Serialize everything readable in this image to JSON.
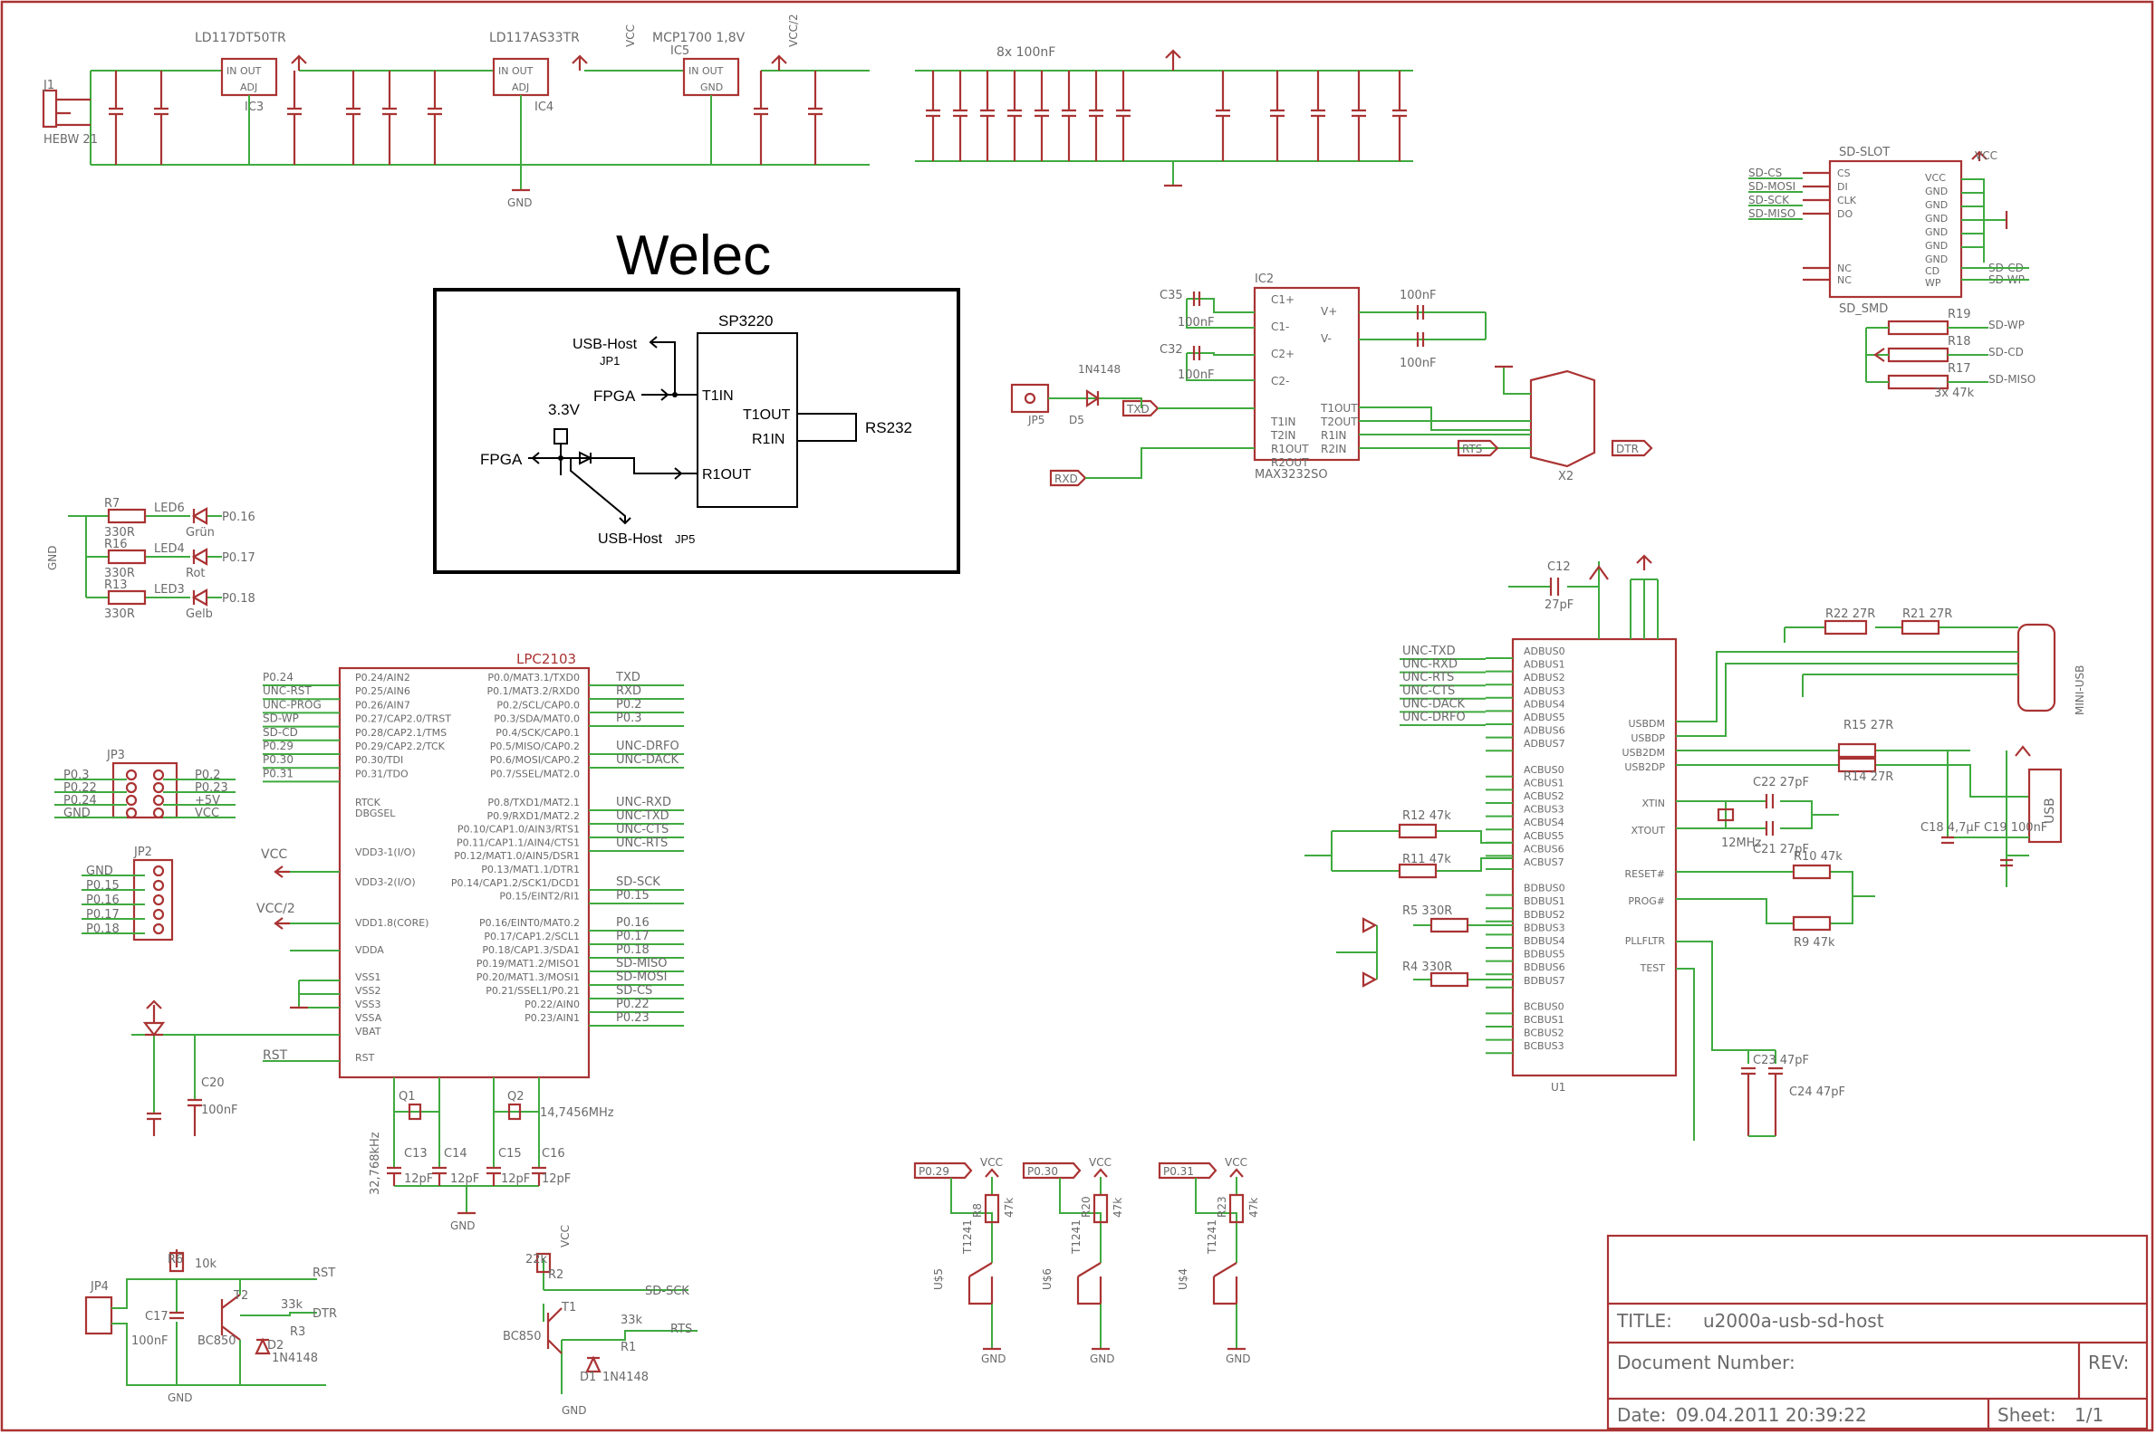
{
  "overlay": {
    "title": "Welec",
    "chip": "SP3220",
    "usb_host_jp1": "USB-Host",
    "jp1_label": "JP1",
    "fpga_t1": "FPGA",
    "t1in": "T1IN",
    "t1out": "T1OUT",
    "r1in": "R1IN",
    "rs232": "RS232",
    "v33": "3.3V",
    "fpga_r1": "FPGA",
    "r1out": "R1OUT",
    "usb_host_jp5": "USB-Host",
    "jp5_label": "JP5"
  },
  "title_block": {
    "title_label": "TITLE:",
    "title_value": "u2000a-usb-sd-host",
    "docnum_label": "Document Number:",
    "rev_label": "REV:",
    "date_label": "Date:",
    "date_value": "09.04.2011 20:39:22",
    "sheet_label": "Sheet:",
    "sheet_value": "1/1"
  },
  "power": {
    "connector": "J1",
    "connector_type": "HEBW 21",
    "reg1": "LD117DT50TR",
    "reg1_ref": "IC3",
    "reg2": "LD117AS33TR",
    "reg2_ref": "IC4",
    "reg3": "MCP1700 1,8V",
    "reg3_ref": "IC5",
    "vcc": "VCC",
    "vcc_half": "VCC/2",
    "gnd": "GND",
    "caps_label": "8x  100nF"
  },
  "sd": {
    "ref": "SD-SLOT",
    "package": "SD_SMD",
    "pins_left": [
      "CS",
      "DI",
      "CLK",
      "DO",
      "NC",
      "NC"
    ],
    "pins_right": [
      "VCC",
      "GND",
      "GND",
      "GND",
      "GND",
      "GND",
      "GND",
      "CD",
      "WP"
    ],
    "nets_left": [
      "SD-CS",
      "SD-MOSI",
      "SD-SCK",
      "SD-MISO"
    ],
    "nets_right": [
      "SD-CD",
      "SD-WP"
    ],
    "resistors": [
      "R19",
      "R18",
      "R17"
    ],
    "resistors_val": "3x 47k",
    "r_nets": [
      "SD-WP",
      "SD-CD",
      "SD-MISO"
    ]
  },
  "max": {
    "ref": "IC2",
    "part": "MAX3232SO",
    "pins_left": [
      "C1+",
      "C1-",
      "C2+",
      "C2-",
      "T1IN",
      "T2IN",
      "R1OUT",
      "R2OUT"
    ],
    "pins_right": [
      "V+",
      "V-",
      "T1OUT",
      "T2OUT",
      "R1IN",
      "R2IN"
    ],
    "connector": "X2",
    "diode": "1N4148",
    "diode_ref": "D5",
    "jp5": "JP5",
    "nets": [
      "TXD",
      "RXD",
      "RTS",
      "DTR"
    ]
  },
  "leds": {
    "items": [
      {
        "r": "R7",
        "rv": "330R",
        "led": "LED6",
        "color": "Grün",
        "net": "P0.16"
      },
      {
        "r": "R16",
        "rv": "330R",
        "led": "LED4",
        "color": "Rot",
        "net": "P0.17"
      },
      {
        "r": "R13",
        "rv": "330R",
        "led": "LED3",
        "color": "Gelb",
        "net": "P0.18"
      }
    ]
  },
  "jp3": {
    "ref": "JP3",
    "left": [
      "P0.3",
      "P0.22",
      "P0.24",
      "GND"
    ],
    "right": [
      "P0.2",
      "P0.23",
      "+5V",
      "VCC"
    ]
  },
  "jp2": {
    "ref": "JP2",
    "nets": [
      "GND",
      "P0.15",
      "P0.16",
      "P0.17",
      "P0.18"
    ]
  },
  "lpc": {
    "ref": "LPC2103",
    "left_nets": [
      "P0.24",
      "UNC-RST",
      "UNC-PROG",
      "SD-WP",
      "SD-CD",
      "P0.29",
      "P0.30",
      "P0.31"
    ],
    "left_pins": [
      "P0.24/AIN2",
      "P0.25/AIN6",
      "P0.26/AIN7",
      "P0.27/CAP2.0/TRST",
      "P0.28/CAP2.1/TMS",
      "P0.29/CAP2.2/TCK",
      "P0.30/TDI",
      "P0.31/TDO"
    ],
    "mid_pins": [
      "RTCK",
      "DBGSEL",
      "VDD3-1(I/O)",
      "VDD3-2(I/O)",
      "VDD1.8(CORE)",
      "VDDA",
      "VSS1",
      "VSS2",
      "VSS3",
      "VSSA",
      "VBAT",
      "RST"
    ],
    "right_pins": [
      "P0.0/MAT3.1/TXD0",
      "P0.1/MAT3.2/RXD0",
      "P0.2/SCL/CAP0.0",
      "P0.3/SDA/MAT0.0",
      "P0.4/SCK/CAP0.1",
      "P0.5/MISO/CAP0.2",
      "P0.6/MOSI/CAP0.2",
      "P0.7/SSEL/MAT2.0",
      "P0.8/TXD1/MAT2.1",
      "P0.9/RXD1/MAT2.2",
      "P0.10/CAP1.0/AIN3/RTS1",
      "P0.11/CAP1.1/AIN4/CTS1",
      "P0.12/MAT1.0/AIN5/DSR1",
      "P0.13/MAT1.1/DTR1",
      "P0.14/CAP1.2/SCK1/DCD1",
      "P0.15/EINT2/RI1",
      "P0.16/EINT0/MAT0.2",
      "P0.17/CAP1.2/SCL1",
      "P0.18/CAP1.3/SDA1",
      "P0.19/MAT1.2/MISO1",
      "P0.20/MAT1.3/MOSI1",
      "P0.21/SSEL1/P0.21",
      "P0.22/AIN0",
      "P0.23/AIN1"
    ],
    "right_nets": [
      "TXD",
      "RXD",
      "P0.2",
      "P0.3",
      "UNC-DRFO",
      "UNC-DACK",
      "UNC-RXD",
      "UNC-TXD",
      "UNC-CTS",
      "UNC-RTS",
      "SD-SCK",
      "P0.15",
      "P0.16",
      "P0.17",
      "P0.18",
      "SD-MISO",
      "SD-MOSI",
      "SD-CS",
      "P0.22",
      "P0.23"
    ],
    "crystal1": "32,768kHz",
    "crystal2": "14,7456MHz",
    "caps": [
      "C13",
      "C14",
      "C15",
      "C16"
    ],
    "cap_val": "12pF",
    "vcc": "VCC",
    "vcc_half": "VCC/2",
    "rst": "RST"
  },
  "ft": {
    "ref": "U1",
    "c12": "C12",
    "c12v": "27pF",
    "left_pins": [
      "ADBUS0",
      "ADBUS1",
      "ADBUS2",
      "ADBUS3",
      "ADBUS4",
      "ADBUS5",
      "ADBUS6",
      "ADBUS7",
      "ACBUS0",
      "ACBUS1",
      "ACBUS2",
      "ACBUS3",
      "ACBUS4",
      "ACBUS5",
      "ACBUS6",
      "ACBUS7",
      "BDBUS0",
      "BDBUS1",
      "BDBUS2",
      "BDBUS3",
      "BDBUS4",
      "BDBUS5",
      "BDBUS6",
      "BDBUS7",
      "BCBUS0",
      "BCBUS1",
      "BCBUS2",
      "BCBUS3"
    ],
    "left_nets": [
      "UNC-TXD",
      "UNC-RXD",
      "UNC-RTS",
      "UNC-CTS",
      "UNC-DACK",
      "UNC-DRFO"
    ],
    "right_pins": [
      "USBDM",
      "USBDP",
      "USB2DM",
      "USB2DP",
      "XTIN",
      "XTOUT",
      "RESET#",
      "PROG#",
      "PLLFLTR",
      "TEST"
    ],
    "crystal": "12MHz",
    "usb": "USB",
    "mini_usb": "MINI-USB",
    "res": [
      "R22 27R",
      "R21 27R",
      "R15 27R",
      "R14 27R",
      "R10 47k",
      "R9 47k",
      "R12 47k",
      "R11 47k",
      "R5 330R",
      "R4 330R"
    ],
    "caps": [
      "C22 27pF",
      "C21 27pF",
      "C23 47pF",
      "C24 47pF",
      "C18 4,7µF",
      "C19 100nF"
    ]
  },
  "bottom": {
    "jp4": "JP4",
    "c17": "C17",
    "c17v": "100nF",
    "t2": "T2",
    "t1": "T1",
    "bc850": "BC850",
    "d2": "D2",
    "d1": "D1",
    "diode": "1N4148",
    "r3": "R3",
    "r1": "R1",
    "rv33": "33k",
    "r6": "R6",
    "r6v": "10k",
    "r2": "R2",
    "r2v": "22k",
    "nets": [
      "RST",
      "DTR",
      "SD-SCK",
      "RTS"
    ],
    "buttons": [
      {
        "net": "P0.29",
        "r": "R8",
        "sw": "U$5"
      },
      {
        "net": "P0.30",
        "r": "R20",
        "sw": "U$6"
      },
      {
        "net": "P0.31",
        "r": "R23",
        "sw": "U$4"
      }
    ],
    "button_part": "T1241",
    "r47k": "47k"
  }
}
